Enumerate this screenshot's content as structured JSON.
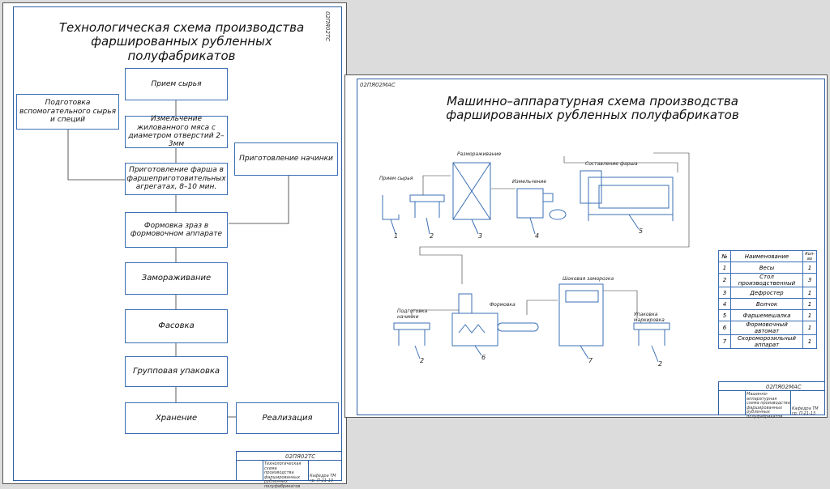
{
  "left_sheet": {
    "stamp_top": "02ПЯ02ТС",
    "title_line1": "Технологическая схема производства",
    "title_line2": "фаршированных рубленных полуфабрикатов",
    "boxes": {
      "reception": "Прием сырья",
      "aux_prep": "Подготовка вспомогательного сырья и специй",
      "grinding": "Измельчение жилованного мяса с диаметром отверстий 2–3мм",
      "filling_prep": "Приготовление начинки",
      "mince_prep": "Приготовление фарша в фаршеприготовительных агрегатах, 8–10 мин.",
      "forming": "Формовка зраз в формовочном аппарате",
      "freezing": "Замораживание",
      "packing": "Фасовка",
      "group_pack": "Групповая упаковка",
      "storage": "Хранение",
      "sale": "Реализация"
    },
    "title_block": {
      "code": "02ПЯ02ТС",
      "desc": "Технологическая схема производства фаршированных рубленных полуфабрикатов",
      "org": "Кафедра ТМ гр. П-21-13"
    }
  },
  "right_sheet": {
    "stamp_top": "02ПЯ02МАС",
    "title_line1": "Машинно–аппаратурная схема производства",
    "title_line2": "фаршированных рубленных полуфабрикатов",
    "labels": {
      "reception": "Прием сырья",
      "defrost": "Размораживание",
      "grinding": "Измельчение",
      "mixing": "Составление фарша",
      "filling": "Подготовка начинки",
      "forming": "Формовка",
      "freezing": "Шоковая заморозка",
      "packing": "Упаковка маркировка"
    },
    "numbers": [
      "1",
      "2",
      "3",
      "4",
      "5",
      "2",
      "6",
      "7",
      "2"
    ],
    "spec": {
      "headers": [
        "№",
        "Наименование",
        "Кол-во"
      ],
      "rows": [
        [
          "1",
          "Весы",
          "1"
        ],
        [
          "2",
          "Стол производственный",
          "3"
        ],
        [
          "3",
          "Дефростер",
          "1"
        ],
        [
          "4",
          "Волчок",
          "1"
        ],
        [
          "5",
          "Фаршемешалка",
          "1"
        ],
        [
          "6",
          "Формовочный автомат",
          "1"
        ],
        [
          "7",
          "Скороморозильный аппарат",
          "1"
        ]
      ]
    },
    "title_block": {
      "code": "02ПЯ02МАС",
      "desc": "Машинно-аппаратурная схема производства фаршированных рубленных полуфабрикатов",
      "org": "Кафедра ТМ гр. П-21-13"
    }
  }
}
